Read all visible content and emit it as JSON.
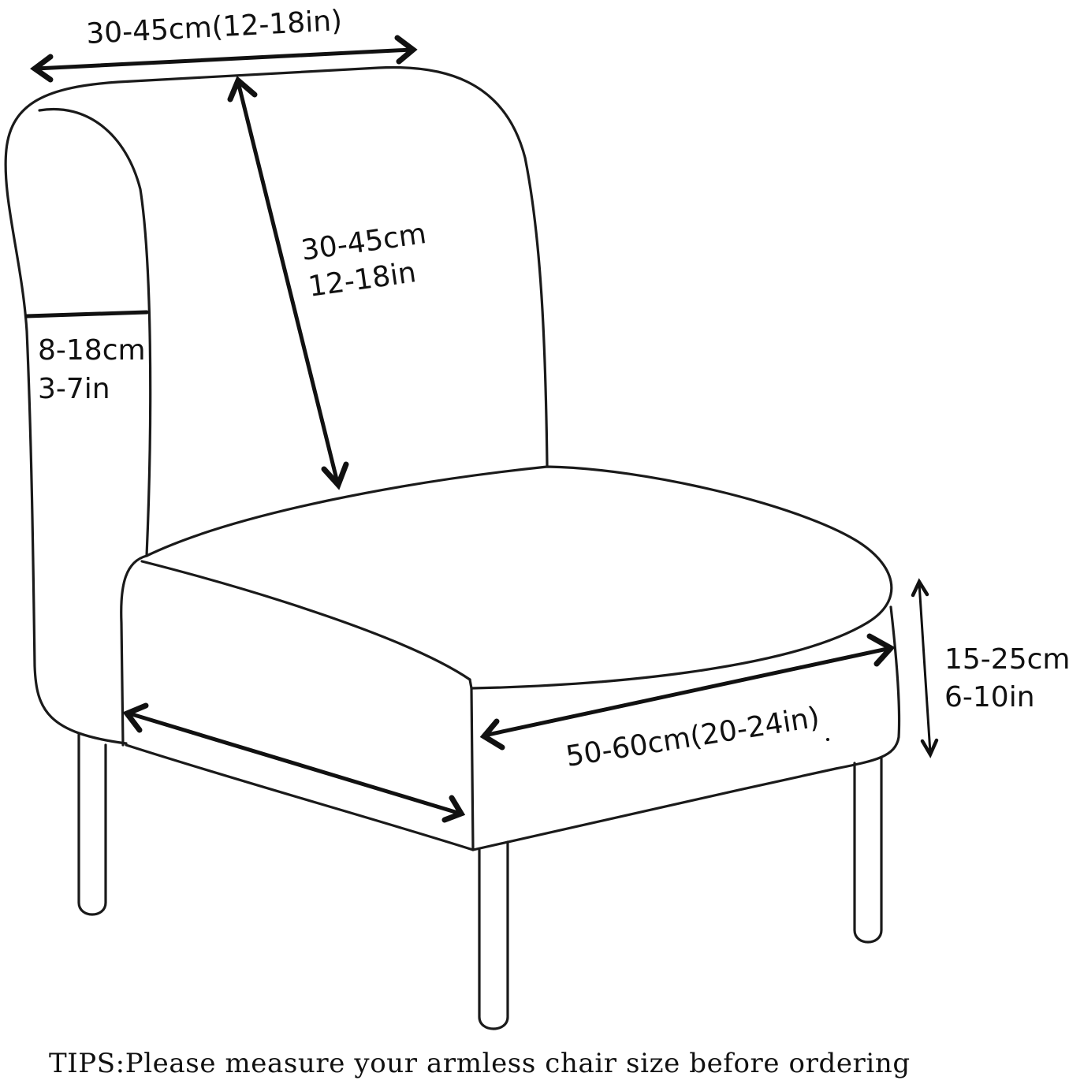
{
  "measurements": {
    "back_width": "30-45cm(12-18in)",
    "back_height_cm": "30-45cm",
    "back_height_in": "12-18in",
    "back_depth_cm": "8-18cm",
    "back_depth_in": "3-7in",
    "seat_height_cm": "15-25cm",
    "seat_height_in": "6-10in",
    "seat_width": "50-60cm(20-24in)"
  },
  "tips": "TIPS:Please measure your armless chair size before ordering",
  "colors": {
    "line": "#1a1a1a",
    "background": "#ffffff"
  }
}
